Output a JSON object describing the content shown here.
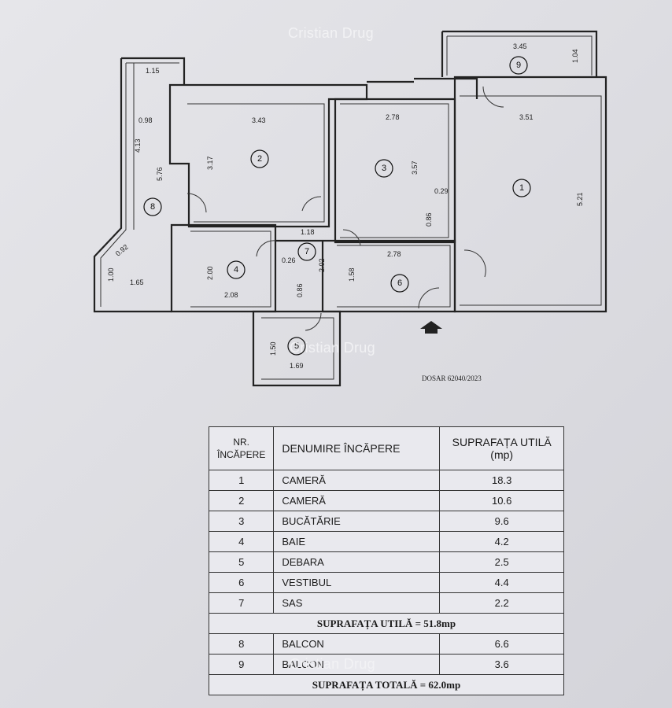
{
  "watermark": "Cristian Drug",
  "dosar": "DOSAR 62040/2023",
  "plan": {
    "dimensions": [
      "1.15",
      "0.98",
      "4.13",
      "5.76",
      "3.43",
      "3.17",
      "2.78",
      "3.57",
      "3.51",
      "5.21",
      "3.45",
      "1.04",
      "0.29",
      "0.86",
      "1.18",
      "0.26",
      "2.78",
      "2.00",
      "2.08",
      "2.02",
      "1.58",
      "0.86",
      "0.92",
      "1.00",
      "1.65",
      "1.50",
      "1.69"
    ],
    "room_numbers": [
      "1",
      "2",
      "3",
      "4",
      "5",
      "6",
      "7",
      "8",
      "9"
    ]
  },
  "table": {
    "headers": {
      "nr": [
        "NR.",
        "ÎNCĂPERE"
      ],
      "name": "DENUMIRE ÎNCĂPERE",
      "area": [
        "SUPRAFAȚA UTILĂ",
        "(mp)"
      ]
    },
    "rows": [
      {
        "nr": "1",
        "name": "CAMERĂ",
        "area": "18.3"
      },
      {
        "nr": "2",
        "name": "CAMERĂ",
        "area": "10.6"
      },
      {
        "nr": "3",
        "name": "BUCĂTĂRIE",
        "area": "9.6"
      },
      {
        "nr": "4",
        "name": "BAIE",
        "area": "4.2"
      },
      {
        "nr": "5",
        "name": "DEBARA",
        "area": "2.5"
      },
      {
        "nr": "6",
        "name": "VESTIBUL",
        "area": "4.4"
      },
      {
        "nr": "7",
        "name": "SAS",
        "area": "2.2"
      }
    ],
    "subtotal": "SUPRAFAȚA UTILĂ = 51.8mp",
    "balcony_rows": [
      {
        "nr": "8",
        "name": "BALCON",
        "area": "6.6"
      },
      {
        "nr": "9",
        "name": "BALCON",
        "area": "3.6"
      }
    ],
    "total": "SUPRAFAȚA TOTALĂ = 62.0mp"
  }
}
